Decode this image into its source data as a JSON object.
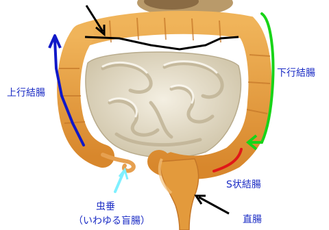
{
  "labels": {
    "ascending_colon": "上行結腸",
    "descending_colon": "下行結腸",
    "sigmoid_colon": "S状結腸",
    "appendix": "虫垂",
    "appendix_note": "（いわゆる盲腸）",
    "rectum": "直腸"
  },
  "colors": {
    "label_text": "#1a2bc4",
    "ascending_marker": "#1018c8",
    "descending_marker": "#18d418",
    "sigmoid_marker": "#e01818",
    "appendix_marker": "#7ef0ff",
    "transverse_marker": "#000000",
    "colon": "#e39a3c",
    "small_intestine": "#e8e0cc"
  },
  "icons": {
    "pointer_rectum": "arrow",
    "pointer_transverse": "arrow"
  }
}
